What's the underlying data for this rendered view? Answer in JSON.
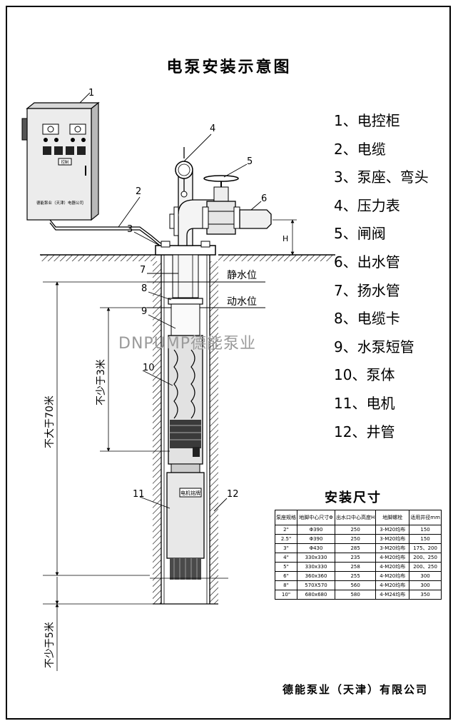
{
  "title": "电泵安装示意图",
  "legend": [
    "1、电控柜",
    "2、电缆",
    "3、泵座、弯头",
    "4、压力表",
    "5、闸阀",
    "6、出水管",
    "7、扬水管",
    "8、电缆卡",
    "9、水泵短管",
    "10、泵体",
    "11、电机",
    "12、井管"
  ],
  "callouts": [
    "1",
    "2",
    "3",
    "4",
    "5",
    "6",
    "7",
    "8",
    "9",
    "10",
    "11",
    "12"
  ],
  "levels": {
    "static": "静水位",
    "dynamic": "动水位",
    "h": "H"
  },
  "dimensions": {
    "max70": "不大于70米",
    "min3": "不少于3米",
    "min5": "不少于5米"
  },
  "cabinet": {
    "nameplate": "德能泵业（天津）电器公司",
    "button_label": "控制"
  },
  "motor_label": "电机铭牌",
  "watermark": "DNPUMP德能泵业",
  "table": {
    "title": "安装尺寸",
    "headers": [
      "泵座规格",
      "地脚中心尺寸Φ",
      "出水口中心高度H",
      "地脚螺栓",
      "适用井径mm"
    ],
    "rows": [
      [
        "2\"",
        "Φ390",
        "250",
        "3-M20均布",
        "150"
      ],
      [
        "2.5\"",
        "Φ390",
        "250",
        "3-M20均布",
        "150"
      ],
      [
        "3\"",
        "Φ430",
        "285",
        "3-M20均布",
        "175、200"
      ],
      [
        "4\"",
        "330x330",
        "235",
        "4-M20均布",
        "200、250"
      ],
      [
        "5\"",
        "330x330",
        "258",
        "4-M20均布",
        "200、250"
      ],
      [
        "6\"",
        "360x360",
        "255",
        "4-M20均布",
        "300"
      ],
      [
        "8\"",
        "570X570",
        "560",
        "4-M20均布",
        "300"
      ],
      [
        "10\"",
        "680x680",
        "580",
        "4-M24均布",
        "350"
      ]
    ]
  },
  "company": "德能泵业（天津）有限公司"
}
